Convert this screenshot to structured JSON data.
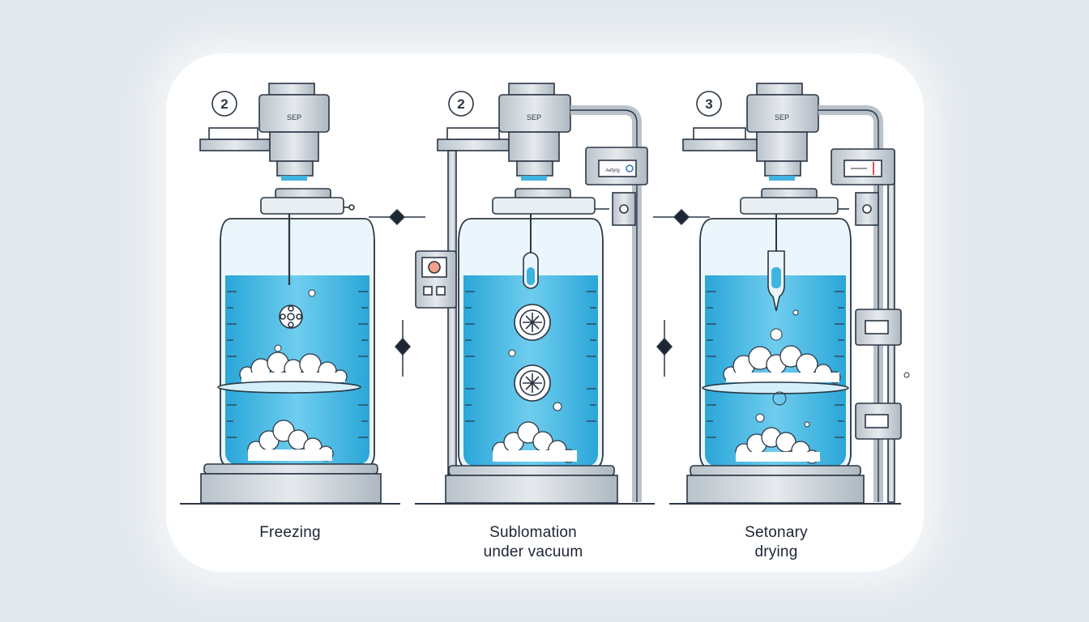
{
  "stages": [
    {
      "step_number": "2",
      "cap_label": "SEP",
      "caption_lines": [
        "Freezing"
      ]
    },
    {
      "step_number": "2",
      "cap_label": "SEP",
      "panel_label": "Aefyrg",
      "caption_lines": [
        "Sublomation",
        "under vacuum"
      ]
    },
    {
      "step_number": "3",
      "cap_label": "SEP",
      "caption_lines": [
        "Setonary",
        "drying"
      ]
    }
  ],
  "colors": {
    "water": "#3fb4e0",
    "water_light": "#bfe7f7",
    "glass": "#eaf6fc",
    "metal": "#cfd6dc",
    "outline": "#2b3645",
    "background": "#e3e9ee"
  }
}
